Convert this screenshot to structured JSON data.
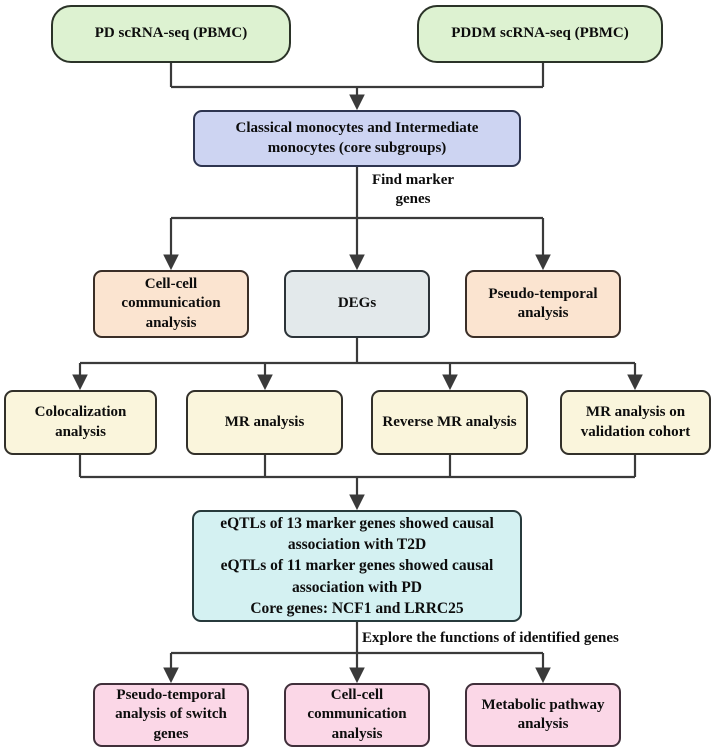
{
  "figure": {
    "title": "Study workflow flowchart",
    "nodes": {
      "pd": {
        "label": "PD scRNA-seq (PBMC)",
        "fill": "#ddf2d1"
      },
      "pddm": {
        "label": "PDDM scRNA-seq (PBMC)",
        "fill": "#ddf2d1"
      },
      "monocytes": {
        "label": "Classical monocytes and Intermediate monocytes (core subgroups)",
        "fill": "#cdd4f2"
      },
      "cellcell1": {
        "label": "Cell-cell communication analysis",
        "fill": "#fbe4d0"
      },
      "degs": {
        "label": "DEGs",
        "fill": "#e3e9eb"
      },
      "pseudo1": {
        "label": "Pseudo-temporal analysis",
        "fill": "#fbe4d0"
      },
      "coloc": {
        "label": "Colocalization analysis",
        "fill": "#faf5dc"
      },
      "mr": {
        "label": "MR analysis",
        "fill": "#faf5dc"
      },
      "revmr": {
        "label": "Reverse MR analysis",
        "fill": "#faf5dc"
      },
      "mrval": {
        "label": "MR analysis on validation cohort",
        "fill": "#faf5dc"
      },
      "result": {
        "line1": "eQTLs of 13 marker genes showed causal association with T2D",
        "line2": "eQTLs of 11 marker genes showed causal association with PD",
        "line3": "Core genes: NCF1 and LRRC25",
        "fill": "#d4f1f2"
      },
      "pseudo2": {
        "label": "Pseudo-temporal analysis of switch genes",
        "fill": "#fbd7e7"
      },
      "cellcell2": {
        "label": "Cell-cell communication analysis",
        "fill": "#fbd7e7"
      },
      "metabolic": {
        "label": "Metabolic pathway analysis",
        "fill": "#fbd7e7"
      }
    },
    "edge_labels": {
      "find_marker": "Find marker genes",
      "explore": "Explore the functions of identified genes"
    },
    "colors": {
      "background": "#ffffff",
      "connector": "#3a3a3a",
      "text": "#0d0d0d",
      "green": "#ddf2d1",
      "lavender": "#cdd4f2",
      "peach": "#fbe4d0",
      "gray": "#e3e9eb",
      "cream": "#faf5dc",
      "cyan": "#d4f1f2",
      "pink": "#fbd7e7"
    }
  }
}
